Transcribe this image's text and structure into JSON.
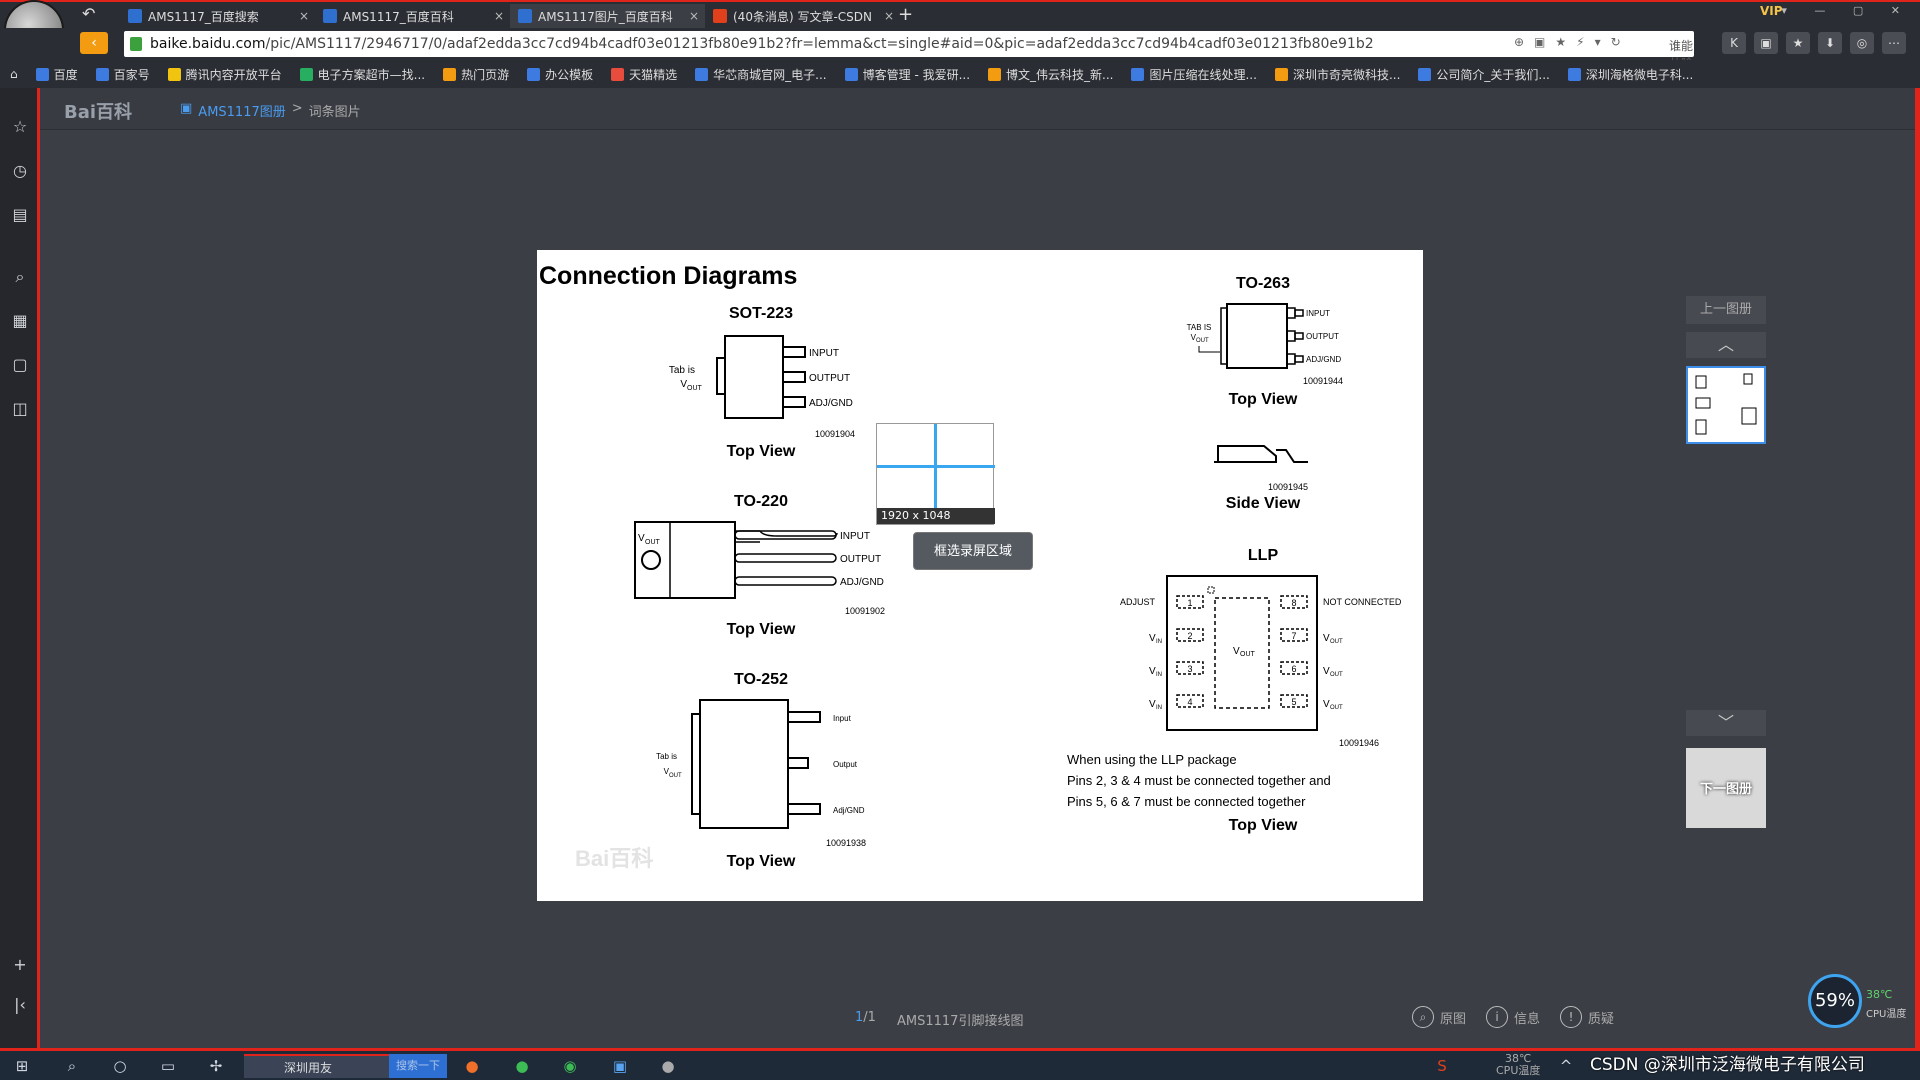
{
  "tabs": [
    {
      "label": "AMS1117_百度搜索",
      "close": "×"
    },
    {
      "label": "AMS1117_百度百科",
      "close": "×"
    },
    {
      "label": "AMS1117图片_百度百科",
      "close": "×"
    },
    {
      "label": "(40条消息) 写文章-CSDN",
      "close": "×"
    }
  ],
  "new_tab": "+",
  "vip": "VIP",
  "address": {
    "host": "baike.baidu.com",
    "path": "/pic/AMS1117/2946717/0/adaf2edda3cc7cd94b4cadf03e01213fb80e91b2?fr=lemma&ct=single#aid=0&pic=adaf2edda3cc7cd94b4cadf03e01213fb80e91b2",
    "search_hint": "谁能从哈萨克斯坦..."
  },
  "bookmarks": [
    "百度",
    "百家号",
    "腾讯内容开放平台",
    "电子方案超市—找...",
    "热门页游",
    "办公模板",
    "天猫精选",
    "华芯商城官网_电子...",
    "博客管理 - 我爱研...",
    "博文_伟云科技_新...",
    "图片压缩在线处理...",
    "深圳市奇亮微科技...",
    "公司简介_关于我们...",
    "深圳海格微电子科..."
  ],
  "header": {
    "logo": "Bai百科",
    "album": "AMS1117图册",
    "sep": ">",
    "current": "词条图片"
  },
  "diagram": {
    "title": "Connection Diagrams",
    "sot223": {
      "name": "SOT-223",
      "tab1": "Tab is",
      "tab2": "V",
      "tab_sub": "OUT",
      "pins": [
        "INPUT",
        "OUTPUT",
        "ADJ/GND"
      ],
      "id": "10091904",
      "view": "Top View"
    },
    "to220": {
      "name": "TO-220",
      "vout": "V",
      "vout_sub": "OUT",
      "pins": [
        "INPUT",
        "OUTPUT",
        "ADJ/GND"
      ],
      "id": "10091902",
      "view": "Top View"
    },
    "to252": {
      "name": "TO-252",
      "tab1": "Tab is",
      "tab2": "V",
      "tab_sub": "OUT",
      "pins": [
        "Input",
        "Output",
        "Adj/GND"
      ],
      "id": "10091938",
      "view": "Top View"
    },
    "to263": {
      "name": "TO-263",
      "tab1": "TAB IS",
      "tab2": "V",
      "tab_sub": "OUT",
      "pins": [
        "INPUT",
        "OUTPUT",
        "ADJ/GND"
      ],
      "id": "10091944",
      "view": "Top View",
      "side_id": "10091945",
      "side_view": "Side View"
    },
    "llp": {
      "name": "LLP",
      "left": [
        "ADJUST",
        "V",
        "V",
        "V"
      ],
      "left_sub": [
        "",
        "IN",
        "IN",
        "IN"
      ],
      "right": [
        "NOT CONNECTED",
        "V",
        "V",
        "V"
      ],
      "right_sub": [
        "",
        "OUT",
        "OUT",
        "OUT"
      ],
      "left_nums": [
        "1",
        "2",
        "3",
        "4"
      ],
      "right_nums": [
        "8",
        "7",
        "6",
        "5"
      ],
      "center": "V",
      "center_sub": "OUT",
      "id": "10091946",
      "notes": [
        "When using the LLP package",
        "Pins 2, 3 & 4 must be connected together and",
        "Pins 5, 6 & 7 must be connected together"
      ],
      "view": "Top View"
    },
    "watermark": "Bai百科"
  },
  "overlay": {
    "size": "1920 x 1048",
    "record": "框选录屏区域"
  },
  "nav": {
    "prev_album": "上一图册",
    "next_album": "下一图册",
    "up": "︿",
    "down": "﹀"
  },
  "footer": {
    "page_current": "1",
    "page_total": "/1",
    "caption": "AMS1117引脚接线图",
    "actions": [
      "原图",
      "信息",
      "质疑"
    ]
  },
  "system": {
    "gauge": "59%",
    "cpu_temp": "38℃",
    "cpu_label": "CPU温度",
    "taskbar_task": "深圳用友",
    "taskbar_search": "搜索一下",
    "tray_temp": "38℃",
    "tray_label": "CPU温度"
  },
  "csdn_watermark": "CSDN @深圳市泛海微电子有限公司"
}
